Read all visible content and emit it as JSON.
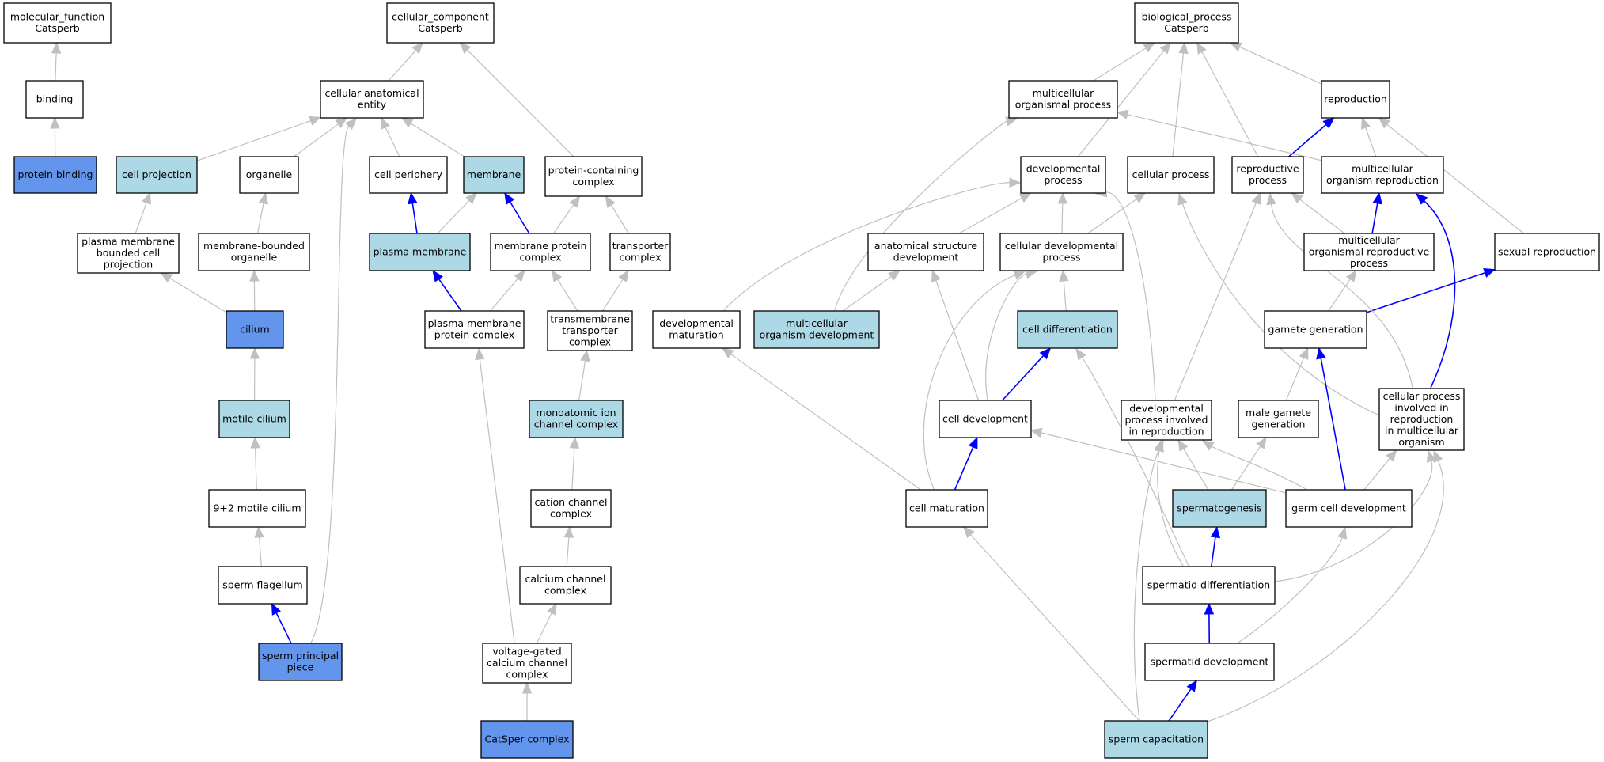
{
  "colors": {
    "plain": "#ffffff",
    "light": "#add8e6",
    "dark": "#6495ed",
    "edge_gray": "#c0c0c0",
    "edge_blue": "#0000ff"
  },
  "nodes": [
    {
      "id": "mf",
      "lines": [
        "molecular_function",
        "Catsperb"
      ],
      "fill": "plain"
    },
    {
      "id": "binding",
      "lines": [
        "binding"
      ],
      "fill": "plain"
    },
    {
      "id": "protbind",
      "lines": [
        "protein binding"
      ],
      "fill": "dark"
    },
    {
      "id": "cc",
      "lines": [
        "cellular_component",
        "Catsperb"
      ],
      "fill": "plain"
    },
    {
      "id": "cae",
      "lines": [
        "cellular anatomical",
        "entity"
      ],
      "fill": "plain"
    },
    {
      "id": "cellproj",
      "lines": [
        "cell projection"
      ],
      "fill": "light"
    },
    {
      "id": "organelle",
      "lines": [
        "organelle"
      ],
      "fill": "plain"
    },
    {
      "id": "cellperiph",
      "lines": [
        "cell periphery"
      ],
      "fill": "plain"
    },
    {
      "id": "membrane",
      "lines": [
        "membrane"
      ],
      "fill": "light"
    },
    {
      "id": "pcc",
      "lines": [
        "protein-containing",
        "complex"
      ],
      "fill": "plain"
    },
    {
      "id": "pmbcp",
      "lines": [
        "plasma membrane",
        "bounded cell",
        "projection"
      ],
      "fill": "plain"
    },
    {
      "id": "mbo",
      "lines": [
        "membrane-bounded",
        "organelle"
      ],
      "fill": "plain"
    },
    {
      "id": "pm",
      "lines": [
        "plasma membrane"
      ],
      "fill": "light"
    },
    {
      "id": "mpc",
      "lines": [
        "membrane protein",
        "complex"
      ],
      "fill": "plain"
    },
    {
      "id": "tc",
      "lines": [
        "transporter",
        "complex"
      ],
      "fill": "plain"
    },
    {
      "id": "cilium",
      "lines": [
        "cilium"
      ],
      "fill": "dark"
    },
    {
      "id": "pmpc",
      "lines": [
        "plasma membrane",
        "protein complex"
      ],
      "fill": "plain"
    },
    {
      "id": "ttc",
      "lines": [
        "transmembrane",
        "transporter",
        "complex"
      ],
      "fill": "plain"
    },
    {
      "id": "motcil",
      "lines": [
        "motile cilium"
      ],
      "fill": "light"
    },
    {
      "id": "mic",
      "lines": [
        "monoatomic ion",
        "channel complex"
      ],
      "fill": "light"
    },
    {
      "id": "nine2",
      "lines": [
        "9+2 motile cilium"
      ],
      "fill": "plain"
    },
    {
      "id": "ccc",
      "lines": [
        "cation channel",
        "complex"
      ],
      "fill": "plain"
    },
    {
      "id": "spflag",
      "lines": [
        "sperm flagellum"
      ],
      "fill": "plain"
    },
    {
      "id": "cachc",
      "lines": [
        "calcium channel",
        "complex"
      ],
      "fill": "plain"
    },
    {
      "id": "spp",
      "lines": [
        "sperm principal",
        "piece"
      ],
      "fill": "dark"
    },
    {
      "id": "vgcc",
      "lines": [
        "voltage-gated",
        "calcium channel",
        "complex"
      ],
      "fill": "plain"
    },
    {
      "id": "catsper",
      "lines": [
        "CatSper complex"
      ],
      "fill": "dark"
    },
    {
      "id": "bp",
      "lines": [
        "biological_process",
        "Catsperb"
      ],
      "fill": "plain"
    },
    {
      "id": "mop",
      "lines": [
        "multicellular",
        "organismal process"
      ],
      "fill": "plain"
    },
    {
      "id": "repro",
      "lines": [
        "reproduction"
      ],
      "fill": "plain"
    },
    {
      "id": "devproc",
      "lines": [
        "developmental",
        "process"
      ],
      "fill": "plain"
    },
    {
      "id": "cellproc",
      "lines": [
        "cellular process"
      ],
      "fill": "plain"
    },
    {
      "id": "reproproc",
      "lines": [
        "reproductive",
        "process"
      ],
      "fill": "plain"
    },
    {
      "id": "mor",
      "lines": [
        "multicellular",
        "organism reproduction"
      ],
      "fill": "plain"
    },
    {
      "id": "asd",
      "lines": [
        "anatomical structure",
        "development"
      ],
      "fill": "plain"
    },
    {
      "id": "cdp",
      "lines": [
        "cellular developmental",
        "process"
      ],
      "fill": "plain"
    },
    {
      "id": "morp",
      "lines": [
        "multicellular",
        "organismal reproductive",
        "process"
      ],
      "fill": "plain"
    },
    {
      "id": "sexrep",
      "lines": [
        "sexual reproduction"
      ],
      "fill": "plain"
    },
    {
      "id": "devmat",
      "lines": [
        "developmental",
        "maturation"
      ],
      "fill": "plain"
    },
    {
      "id": "mod",
      "lines": [
        "multicellular",
        "organism development"
      ],
      "fill": "light"
    },
    {
      "id": "celldiff",
      "lines": [
        "cell differentiation"
      ],
      "fill": "light"
    },
    {
      "id": "gametegen",
      "lines": [
        "gamete generation"
      ],
      "fill": "plain"
    },
    {
      "id": "celldev",
      "lines": [
        "cell development"
      ],
      "fill": "plain"
    },
    {
      "id": "dpir",
      "lines": [
        "developmental",
        "process involved",
        "in reproduction"
      ],
      "fill": "plain"
    },
    {
      "id": "mgg",
      "lines": [
        "male gamete",
        "generation"
      ],
      "fill": "plain"
    },
    {
      "id": "cpir",
      "lines": [
        "cellular process",
        "involved in",
        "reproduction",
        "in multicellular",
        "organism"
      ],
      "fill": "plain"
    },
    {
      "id": "cellmat",
      "lines": [
        "cell maturation"
      ],
      "fill": "plain"
    },
    {
      "id": "spermato",
      "lines": [
        "spermatogenesis"
      ],
      "fill": "light"
    },
    {
      "id": "gcd",
      "lines": [
        "germ cell development"
      ],
      "fill": "plain"
    },
    {
      "id": "spdiff",
      "lines": [
        "spermatid differentiation"
      ],
      "fill": "plain"
    },
    {
      "id": "spdev",
      "lines": [
        "spermatid development"
      ],
      "fill": "plain"
    },
    {
      "id": "spcap",
      "lines": [
        "sperm capacitation"
      ],
      "fill": "light"
    }
  ],
  "edges": [
    {
      "from": "binding",
      "to": "mf",
      "color": "gray"
    },
    {
      "from": "protbind",
      "to": "binding",
      "color": "gray"
    },
    {
      "from": "cae",
      "to": "cc",
      "color": "gray"
    },
    {
      "from": "pcc",
      "to": "cc",
      "color": "gray"
    },
    {
      "from": "cellproj",
      "to": "cae",
      "color": "gray"
    },
    {
      "from": "organelle",
      "to": "cae",
      "color": "gray"
    },
    {
      "from": "cellperiph",
      "to": "cae",
      "color": "gray"
    },
    {
      "from": "membrane",
      "to": "cae",
      "color": "gray"
    },
    {
      "from": "spp",
      "to": "cae",
      "color": "gray"
    },
    {
      "from": "pmbcp",
      "to": "cellproj",
      "color": "gray"
    },
    {
      "from": "mbo",
      "to": "organelle",
      "color": "gray"
    },
    {
      "from": "pm",
      "to": "cellperiph",
      "color": "blue"
    },
    {
      "from": "pm",
      "to": "membrane",
      "color": "gray"
    },
    {
      "from": "mpc",
      "to": "membrane",
      "color": "blue"
    },
    {
      "from": "mpc",
      "to": "pcc",
      "color": "gray"
    },
    {
      "from": "tc",
      "to": "pcc",
      "color": "gray"
    },
    {
      "from": "cilium",
      "to": "pmbcp",
      "color": "gray"
    },
    {
      "from": "cilium",
      "to": "mbo",
      "color": "gray"
    },
    {
      "from": "pmpc",
      "to": "pm",
      "color": "blue"
    },
    {
      "from": "pmpc",
      "to": "mpc",
      "color": "gray"
    },
    {
      "from": "ttc",
      "to": "mpc",
      "color": "gray"
    },
    {
      "from": "ttc",
      "to": "tc",
      "color": "gray"
    },
    {
      "from": "motcil",
      "to": "cilium",
      "color": "gray"
    },
    {
      "from": "mic",
      "to": "ttc",
      "color": "gray"
    },
    {
      "from": "nine2",
      "to": "motcil",
      "color": "gray"
    },
    {
      "from": "ccc",
      "to": "mic",
      "color": "gray"
    },
    {
      "from": "spflag",
      "to": "nine2",
      "color": "gray"
    },
    {
      "from": "cachc",
      "to": "ccc",
      "color": "gray"
    },
    {
      "from": "spp",
      "to": "spflag",
      "color": "blue"
    },
    {
      "from": "vgcc",
      "to": "cachc",
      "color": "gray"
    },
    {
      "from": "vgcc",
      "to": "pmpc",
      "color": "gray"
    },
    {
      "from": "catsper",
      "to": "vgcc",
      "color": "gray"
    },
    {
      "from": "mop",
      "to": "bp",
      "color": "gray"
    },
    {
      "from": "repro",
      "to": "bp",
      "color": "gray"
    },
    {
      "from": "devproc",
      "to": "bp",
      "color": "gray"
    },
    {
      "from": "cellproc",
      "to": "bp",
      "color": "gray"
    },
    {
      "from": "reproproc",
      "to": "bp",
      "color": "gray"
    },
    {
      "from": "reproproc",
      "to": "repro",
      "color": "blue"
    },
    {
      "from": "mor",
      "to": "mop",
      "color": "gray"
    },
    {
      "from": "mor",
      "to": "repro",
      "color": "gray"
    },
    {
      "from": "sexrep",
      "to": "repro",
      "color": "gray"
    },
    {
      "from": "mod",
      "to": "mop",
      "color": "gray"
    },
    {
      "from": "mod",
      "to": "asd",
      "color": "gray"
    },
    {
      "from": "asd",
      "to": "devproc",
      "color": "gray"
    },
    {
      "from": "cdp",
      "to": "devproc",
      "color": "gray"
    },
    {
      "from": "cdp",
      "to": "cellproc",
      "color": "gray"
    },
    {
      "from": "morp",
      "to": "mor",
      "color": "blue"
    },
    {
      "from": "morp",
      "to": "reproproc",
      "color": "gray"
    },
    {
      "from": "devmat",
      "to": "devproc",
      "color": "gray"
    },
    {
      "from": "celldiff",
      "to": "cdp",
      "color": "gray"
    },
    {
      "from": "gametegen",
      "to": "morp",
      "color": "gray"
    },
    {
      "from": "gametegen",
      "to": "sexrep",
      "color": "blue"
    },
    {
      "from": "celldev",
      "to": "celldiff",
      "color": "blue"
    },
    {
      "from": "celldev",
      "to": "cdp",
      "color": "gray"
    },
    {
      "from": "celldev",
      "to": "asd",
      "color": "gray"
    },
    {
      "from": "dpir",
      "to": "devproc",
      "color": "gray"
    },
    {
      "from": "dpir",
      "to": "reproproc",
      "color": "gray"
    },
    {
      "from": "mgg",
      "to": "gametegen",
      "color": "gray"
    },
    {
      "from": "cpir",
      "to": "mor",
      "color": "blue"
    },
    {
      "from": "cpir",
      "to": "reproproc",
      "color": "gray"
    },
    {
      "from": "cpir",
      "to": "cellproc",
      "color": "gray"
    },
    {
      "from": "cellmat",
      "to": "celldev",
      "color": "blue"
    },
    {
      "from": "cellmat",
      "to": "devmat",
      "color": "gray"
    },
    {
      "from": "cellmat",
      "to": "cdp",
      "color": "gray"
    },
    {
      "from": "spermato",
      "to": "dpir",
      "color": "gray"
    },
    {
      "from": "spermato",
      "to": "mgg",
      "color": "gray"
    },
    {
      "from": "gcd",
      "to": "gametegen",
      "color": "blue"
    },
    {
      "from": "gcd",
      "to": "celldev",
      "color": "gray"
    },
    {
      "from": "gcd",
      "to": "dpir",
      "color": "gray"
    },
    {
      "from": "gcd",
      "to": "cpir",
      "color": "gray"
    },
    {
      "from": "spdiff",
      "to": "spermato",
      "color": "blue"
    },
    {
      "from": "spdiff",
      "to": "celldiff",
      "color": "gray"
    },
    {
      "from": "spdiff",
      "to": "dpir",
      "color": "gray"
    },
    {
      "from": "spdiff",
      "to": "cpir",
      "color": "gray"
    },
    {
      "from": "spdev",
      "to": "spdiff",
      "color": "blue"
    },
    {
      "from": "spdev",
      "to": "gcd",
      "color": "gray"
    },
    {
      "from": "spcap",
      "to": "spdev",
      "color": "blue"
    },
    {
      "from": "spcap",
      "to": "cellmat",
      "color": "gray"
    },
    {
      "from": "spcap",
      "to": "dpir",
      "color": "gray"
    },
    {
      "from": "spcap",
      "to": "cpir",
      "color": "gray"
    }
  ]
}
